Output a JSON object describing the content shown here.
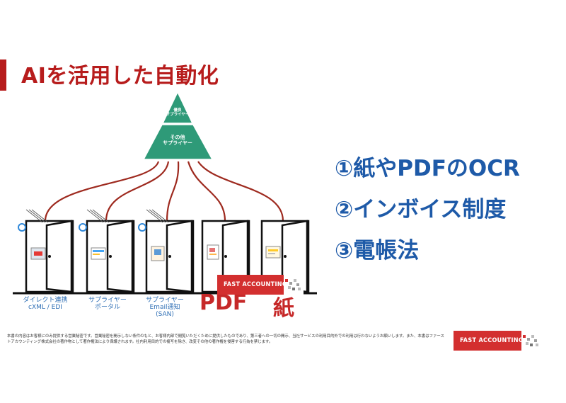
{
  "title": "AIを活用した自動化",
  "pyramid": {
    "top_line1": "優良",
    "top_line2": "サプライヤー",
    "mid_line1": "その他",
    "mid_line2": "サプライヤー",
    "color": "#2e9a78"
  },
  "doors": [
    {
      "label_lines": [
        "ダイレクト連携",
        "cXML / EDI"
      ]
    },
    {
      "label_lines": [
        "サプライヤー",
        "ポータル"
      ]
    },
    {
      "label_lines": [
        "サプライヤー",
        "Email通知",
        "(SAN)"
      ]
    },
    {
      "label_lines": [
        "PDF"
      ]
    },
    {
      "label_lines": [
        "紙"
      ]
    }
  ],
  "list_items": [
    "①紙やPDFのOCR",
    "②インボイス制度",
    "③電帳法"
  ],
  "brand": "FAST ACCOUNTING",
  "footer_text": "本書の内容はお客様にのみ提供する営業秘密です。営業秘密を開示しない条件のもと、お客様内部で閲覧いただくために提供したものであり、第三者への一切の開示、当社サービスの利用目的外での利用は行わないようお願いします。また、本書はファーストアカウンティング株式会社の著作物として著作権法により保護されます。社内利用目的での複写を除き、改変その他の著作権を侵害する行為を禁じます。",
  "colors": {
    "accent_red": "#b71c1c",
    "blue": "#1e5aa8",
    "line_red": "#9e2a1f"
  }
}
